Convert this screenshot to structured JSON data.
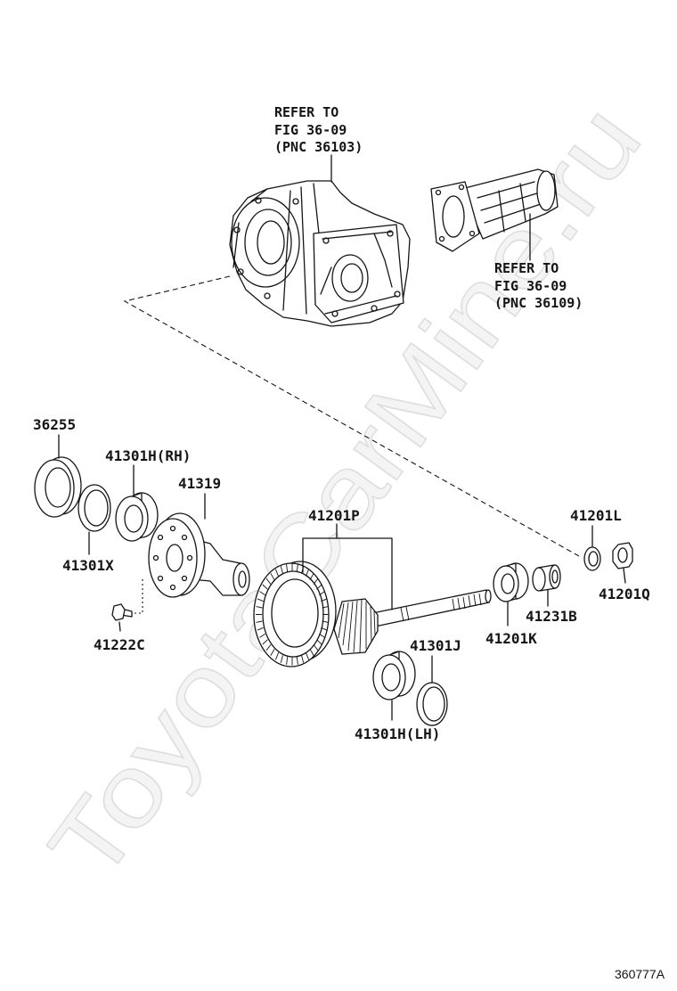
{
  "diagram": {
    "references": [
      {
        "lines": [
          "REFER TO",
          "FIG 36-09",
          "(PNC 36103)"
        ]
      },
      {
        "lines": [
          "REFER TO",
          "FIG 36-09",
          "(PNC 36109)"
        ]
      }
    ],
    "part_labels": {
      "p36255": "36255",
      "p41301H_RH": "41301H(RH)",
      "p41319": "41319",
      "p41201P": "41201P",
      "p41201L": "41201L",
      "p41301X": "41301X",
      "p41201Q": "41201Q",
      "p41231B": "41231B",
      "p41222C": "41222C",
      "p41201K": "41201K",
      "p41301J": "41301J",
      "p41301H_LH": "41301H(LH)"
    },
    "figure_code": "360777A",
    "watermark": "ToyotaCarMine.ru"
  }
}
